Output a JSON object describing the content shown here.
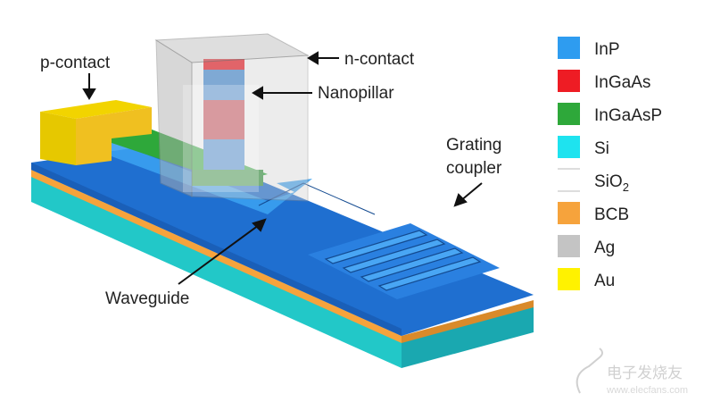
{
  "labels": {
    "p_contact": "p-contact",
    "n_contact": "n-contact",
    "nanopillar": "Nanopillar",
    "grating_line1": "Grating",
    "grating_line2": "coupler",
    "waveguide": "Waveguide"
  },
  "legend": [
    {
      "label": "InP",
      "color": "#2e9cf0"
    },
    {
      "label": "InGaAs",
      "color": "#ee1c24"
    },
    {
      "label": "InGaAsP",
      "color": "#2ea83a"
    },
    {
      "label": "Si",
      "color": "#1ee3ef"
    },
    {
      "label": "SiO",
      "sub": "2",
      "color": "#ffffff"
    },
    {
      "label": "BCB",
      "color": "#f6a33c"
    },
    {
      "label": "Ag",
      "color": "#c4c4c4"
    },
    {
      "label": "Au",
      "color": "#fff200"
    }
  ],
  "watermark": {
    "name": "电子发烧友",
    "url": "www.elecfans.com"
  }
}
